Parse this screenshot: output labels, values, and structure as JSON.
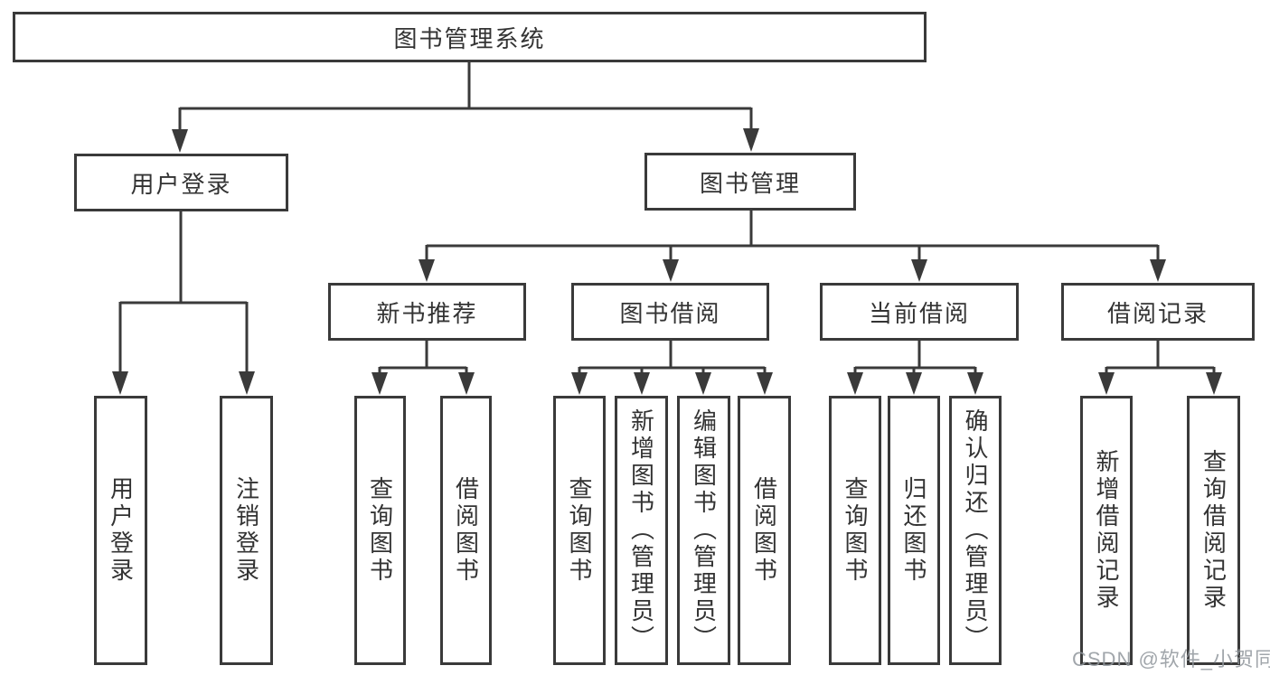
{
  "diagram_title": "图书管理系统",
  "nodes": {
    "root": "图书管理系统",
    "login": "用户登录",
    "mgmt": "图书管理",
    "recommend": "新书推荐",
    "borrow": "图书借阅",
    "current": "当前借阅",
    "records": "借阅记录",
    "a1": "用户登录",
    "a2": "注销登录",
    "b1": "查询图书",
    "b2": "借阅图书",
    "c1": "查询图书",
    "c2": "新增图书（管理员）",
    "c3": "编辑图书（管理员）",
    "c4": "借阅图书",
    "d1": "查询图书",
    "d2": "归还图书",
    "d3": "确认归还（管理员）",
    "e1": "新增借阅记录",
    "e2": "查询借阅记录"
  },
  "edges": [
    [
      "root",
      "login"
    ],
    [
      "root",
      "mgmt"
    ],
    [
      "login",
      "a1"
    ],
    [
      "login",
      "a2"
    ],
    [
      "mgmt",
      "recommend"
    ],
    [
      "mgmt",
      "borrow"
    ],
    [
      "mgmt",
      "current"
    ],
    [
      "mgmt",
      "records"
    ],
    [
      "recommend",
      "b1"
    ],
    [
      "recommend",
      "b2"
    ],
    [
      "borrow",
      "c1"
    ],
    [
      "borrow",
      "c2"
    ],
    [
      "borrow",
      "c3"
    ],
    [
      "borrow",
      "c4"
    ],
    [
      "current",
      "d1"
    ],
    [
      "current",
      "d2"
    ],
    [
      "current",
      "d3"
    ],
    [
      "records",
      "e1"
    ],
    [
      "records",
      "e2"
    ]
  ],
  "watermark": "CSDN @软件_小贺同学",
  "colors": {
    "line": "#3a3a3a",
    "text": "#333333",
    "background": "#ffffff",
    "watermark": "#91969c"
  }
}
